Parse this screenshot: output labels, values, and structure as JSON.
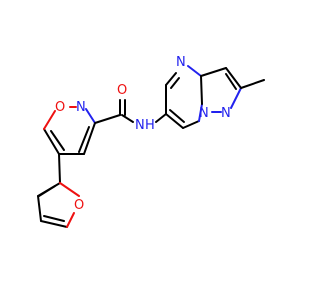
{
  "atom_labels": {
    "carbonyl_o": "O",
    "isoxazole_o": "O",
    "isoxazole_n": "N",
    "amide_n": "N",
    "amide_h": "H",
    "pyrimidine_n": "N",
    "bridge_n": "N",
    "pyrazole_n": "N",
    "furan_o": "O"
  },
  "colors": {
    "bond": "#000000",
    "nitrogen": "#2222ee",
    "oxygen": "#ee1111",
    "background": "#ffffff"
  }
}
